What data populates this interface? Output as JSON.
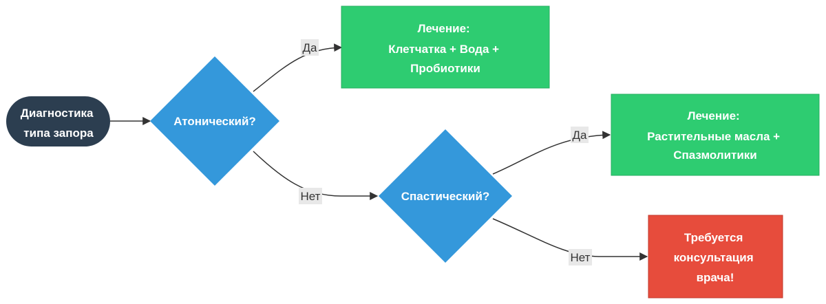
{
  "diagram": {
    "start": {
      "lines": [
        "Диагностика",
        "типа запора"
      ],
      "color": "#2c3e50"
    },
    "decision_atonic": {
      "label": "Атонический?",
      "color": "#3498db"
    },
    "decision_spastic": {
      "label": "Спастический?",
      "color": "#3498db"
    },
    "treatment_atonic": {
      "lines": [
        "Лечение:",
        "Клетчатка + Вода +",
        "Пробиотики"
      ],
      "color": "#2ecc71"
    },
    "treatment_spastic": {
      "lines": [
        "Лечение:",
        "Растительные масла +",
        "Спазмолитики"
      ],
      "color": "#2ecc71"
    },
    "consult": {
      "lines": [
        "Требуется",
        "консультация",
        "врача!"
      ],
      "color": "#e74c3c"
    },
    "edges": {
      "atonic_yes": "Да",
      "atonic_no": "Нет",
      "spastic_yes": "Да",
      "spastic_no": "Нет"
    },
    "edge_color": "#333333",
    "label_bg": "#e8e8e8"
  }
}
